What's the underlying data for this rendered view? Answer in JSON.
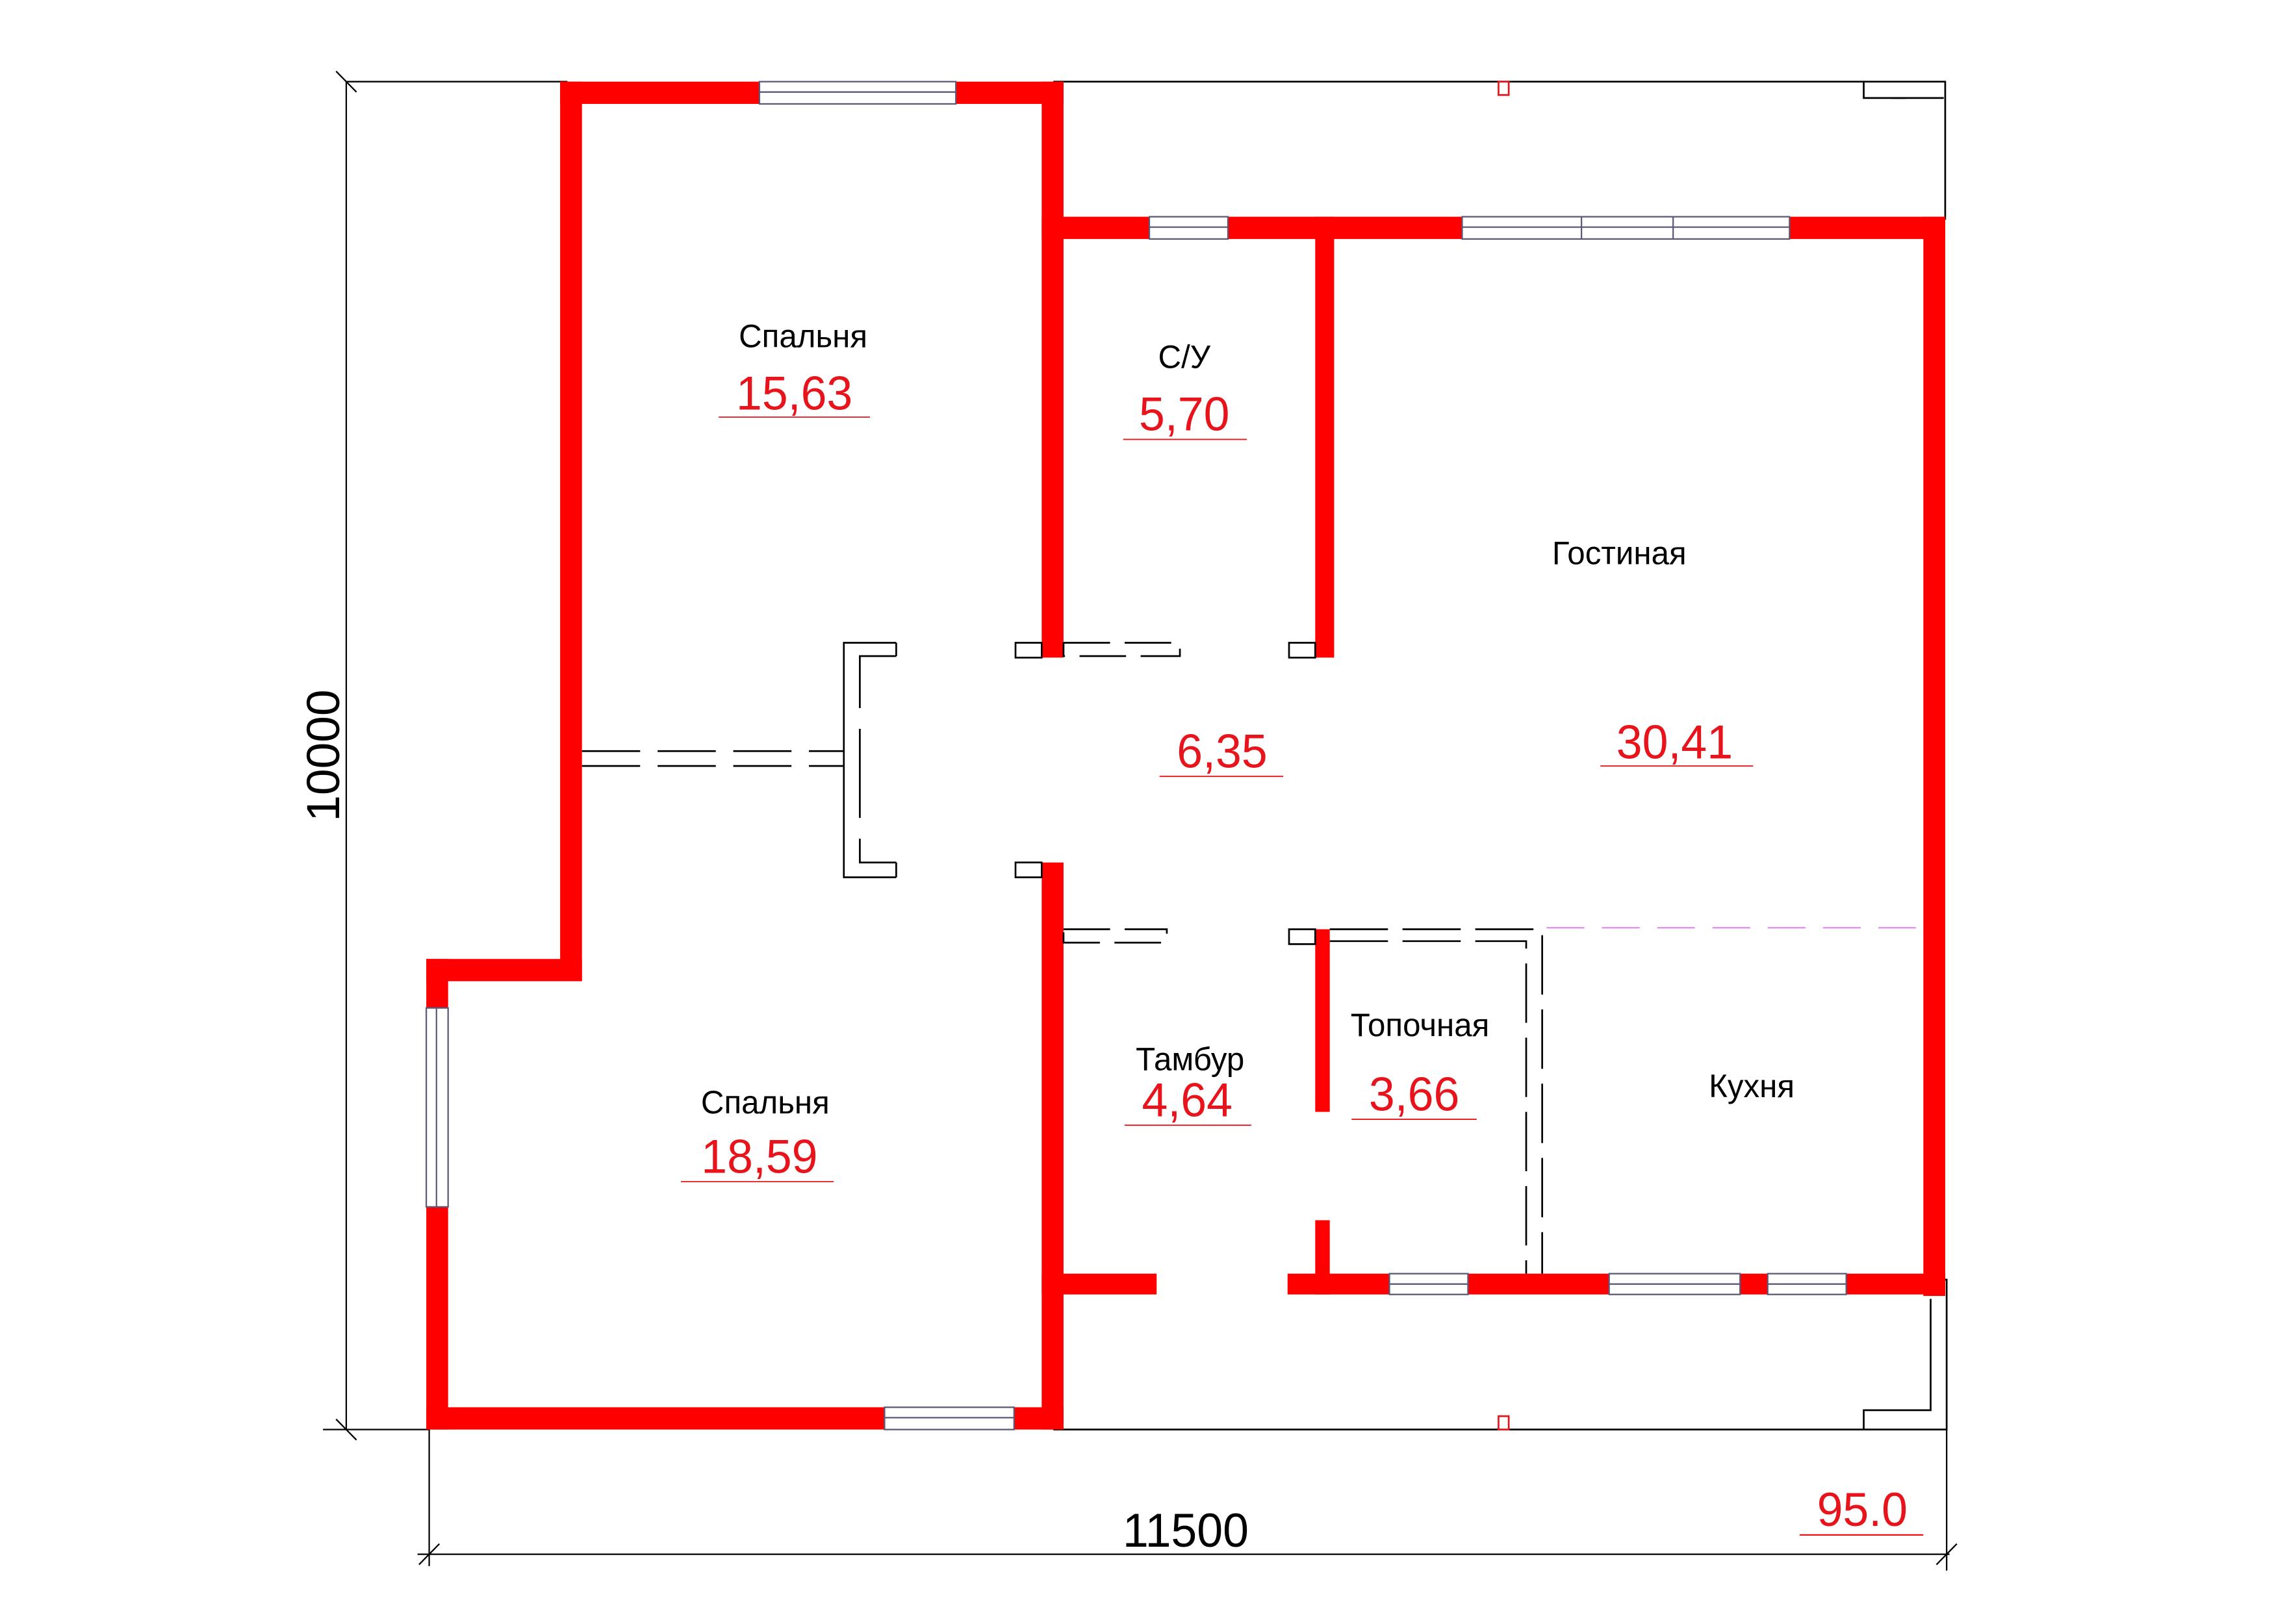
{
  "colors": {
    "wall": "#ff0000",
    "area_text": "#e8141c",
    "lines": "#000000",
    "window_frame": "#5a5a78",
    "zone_divider": "#e28cf0"
  },
  "rooms": [
    {
      "id": "bedroom-top",
      "name": "Спальня",
      "area": "15,63"
    },
    {
      "id": "bathroom",
      "name": "С/У",
      "area": "5,70"
    },
    {
      "id": "living-room",
      "name": "Гостиная",
      "area": "30,41"
    },
    {
      "id": "hall",
      "name": "",
      "area": "6,35"
    },
    {
      "id": "bedroom-bottom",
      "name": "Спальня",
      "area": "18,59"
    },
    {
      "id": "vestibule",
      "name": "Тамбур",
      "area": "4,64"
    },
    {
      "id": "boiler-room",
      "name": "Топочная",
      "area": "3,66"
    },
    {
      "id": "kitchen",
      "name": "Кухня",
      "area": ""
    }
  ],
  "dimensions": {
    "height": "10000",
    "width": "11500",
    "extra": "95.0"
  }
}
